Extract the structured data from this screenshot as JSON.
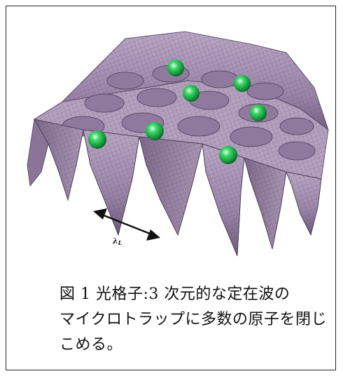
{
  "figure": {
    "lambda_label": "λ",
    "lambda_subscript": "L",
    "colors": {
      "surface": "#a995b4",
      "surface_dark": "#7d6a8a",
      "mesh_line": "#4a3c55",
      "atom": "#22b14c",
      "atom_highlight": "#c8f5d2"
    },
    "atom_count": 7
  },
  "caption": {
    "line1": "図 1 光格子:3 次元的な定在波の",
    "line2": "マイクロトラップに多数の原子を閉じ",
    "line3": "こめる。"
  }
}
